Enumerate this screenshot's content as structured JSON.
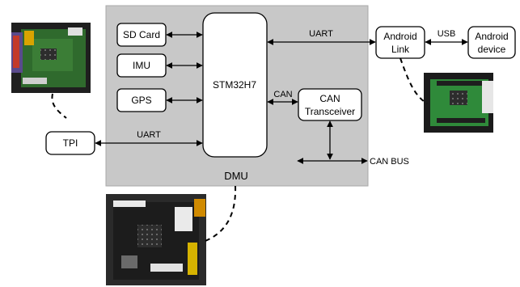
{
  "diagram": {
    "container_label": "DMU",
    "nodes": {
      "sd_card": "SD Card",
      "imu": "IMU",
      "gps": "GPS",
      "mcu": "STM32H7",
      "can_transceiver_line1": "CAN",
      "can_transceiver_line2": "Transceiver",
      "android_link_line1": "Android",
      "android_link_line2": "Link",
      "android_device_line1": "Android",
      "android_device_line2": "device",
      "tpi": "TPI"
    },
    "edge_labels": {
      "uart_android": "UART",
      "usb": "USB",
      "can": "CAN",
      "uart_tpi": "UART",
      "can_bus": "CAN BUS"
    },
    "colors": {
      "dmu_fill": "#c8c8c8",
      "dmu_stroke": "#a9a9a9",
      "line": "#000000",
      "box_fill": "#ffffff",
      "photo_pcb_green": "#2f6a2d",
      "photo_pcb_dark": "#1c1c1c"
    }
  }
}
